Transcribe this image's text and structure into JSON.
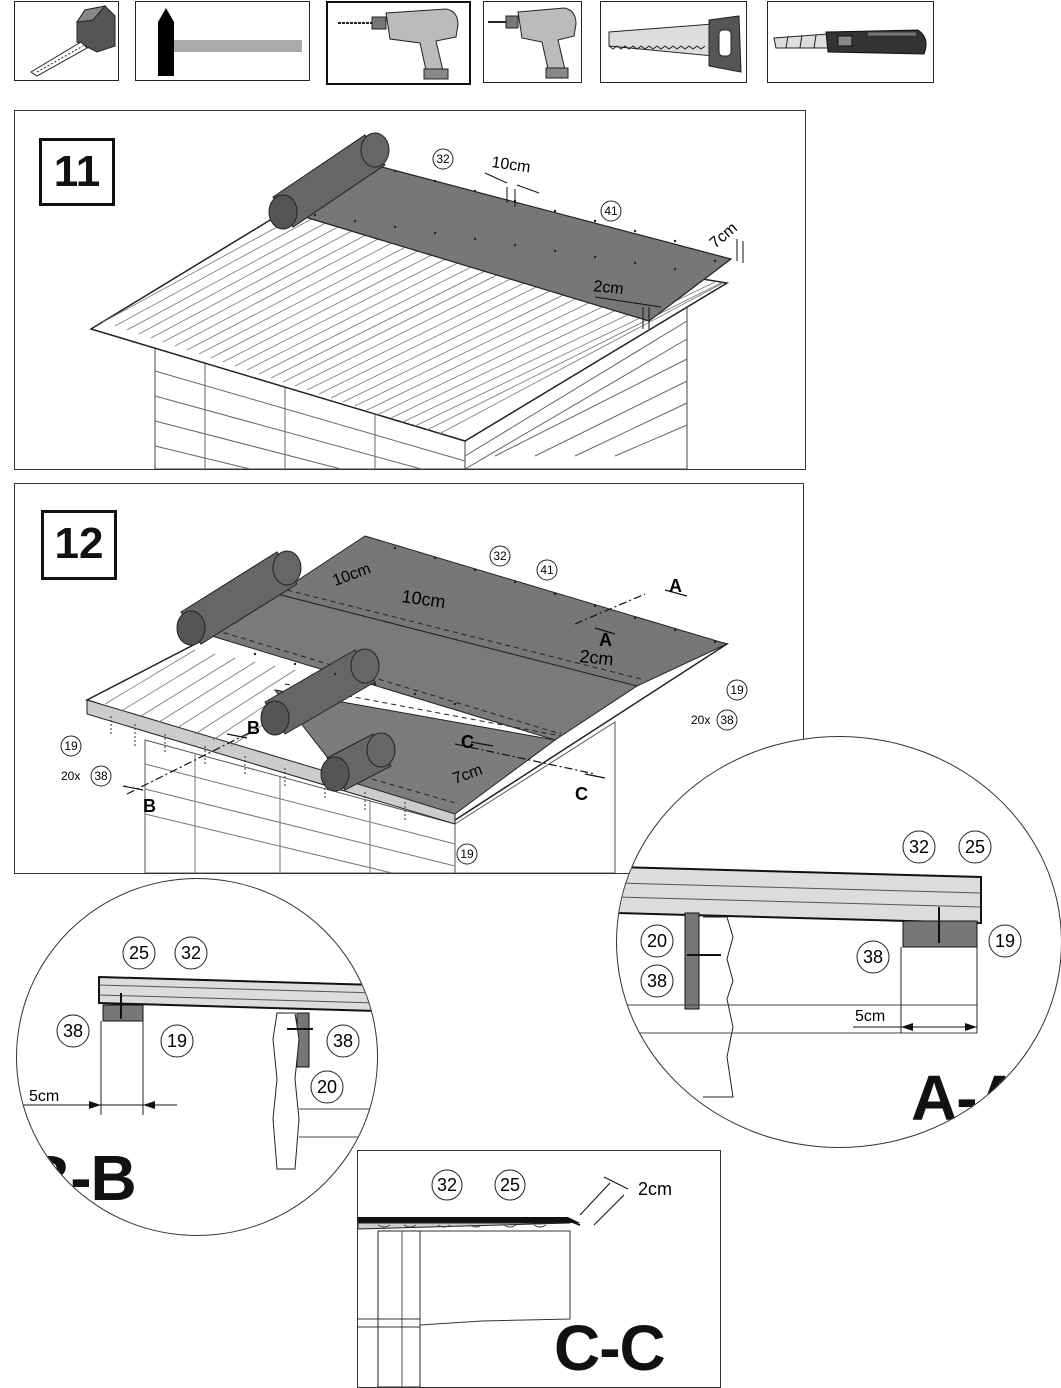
{
  "tools": [
    {
      "name": "tape-measure-icon"
    },
    {
      "name": "hammer-icon"
    },
    {
      "name": "drill-icon"
    },
    {
      "name": "screwdriver-drill-icon"
    },
    {
      "name": "saw-icon"
    },
    {
      "name": "utility-knife-icon"
    }
  ],
  "step11": {
    "number": "11",
    "dims": {
      "overlap": "10cm",
      "edge": "7cm",
      "eave": "2cm"
    },
    "parts": {
      "felt": "32",
      "nails": "41"
    }
  },
  "step12": {
    "number": "12",
    "dims": {
      "overlap_a": "10cm",
      "overlap_b": "10cm",
      "eave": "2cm",
      "edge": "7cm"
    },
    "parts": {
      "felt": "32",
      "nails": "41",
      "trim": "19",
      "screw_qty": "20x",
      "screw": "38"
    },
    "section_markers": {
      "a": "A",
      "b": "B",
      "c": "C"
    }
  },
  "detail_aa": {
    "title": "A-A",
    "parts": {
      "felt": "32",
      "board": "25",
      "trim": "19",
      "screw": "38",
      "post": "20"
    },
    "dim": "5cm"
  },
  "detail_bb": {
    "title": "B-B",
    "parts": {
      "felt": "32",
      "board": "25",
      "trim": "19",
      "screw": "38",
      "post": "20"
    },
    "dim": "5cm"
  },
  "detail_cc": {
    "title": "C-C",
    "parts": {
      "felt": "32",
      "board": "25"
    },
    "dim": "2cm"
  }
}
